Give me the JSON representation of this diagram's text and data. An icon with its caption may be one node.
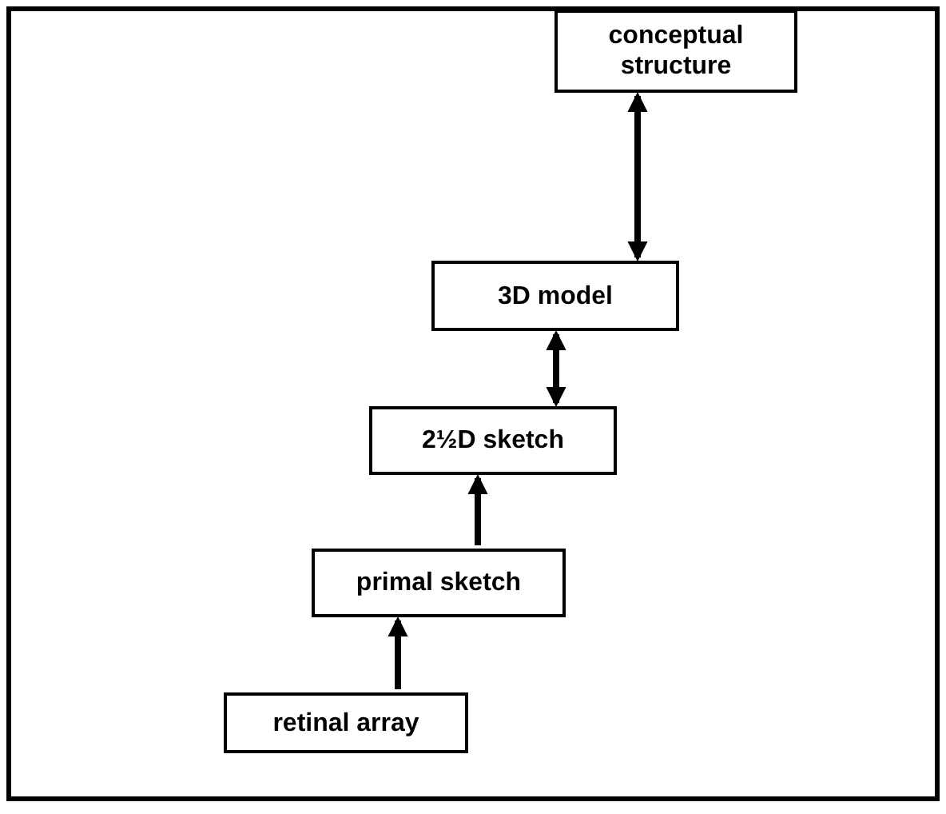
{
  "diagram": {
    "nodes": [
      {
        "text": [
          "conceptual structure"
        ]
      },
      {
        "text": [
          "3D model"
        ]
      },
      {
        "text": [
          "2½D sketch"
        ]
      },
      {
        "text": [
          "primal sketch"
        ]
      },
      {
        "text": [
          "retinal array"
        ]
      }
    ],
    "edges": [
      {
        "from": 1,
        "to": 0,
        "arrow": "both"
      },
      {
        "from": 2,
        "to": 1,
        "arrow": "both"
      },
      {
        "from": 3,
        "to": 2,
        "arrow": "to"
      },
      {
        "from": 4,
        "to": 3,
        "arrow": "to"
      }
    ]
  }
}
